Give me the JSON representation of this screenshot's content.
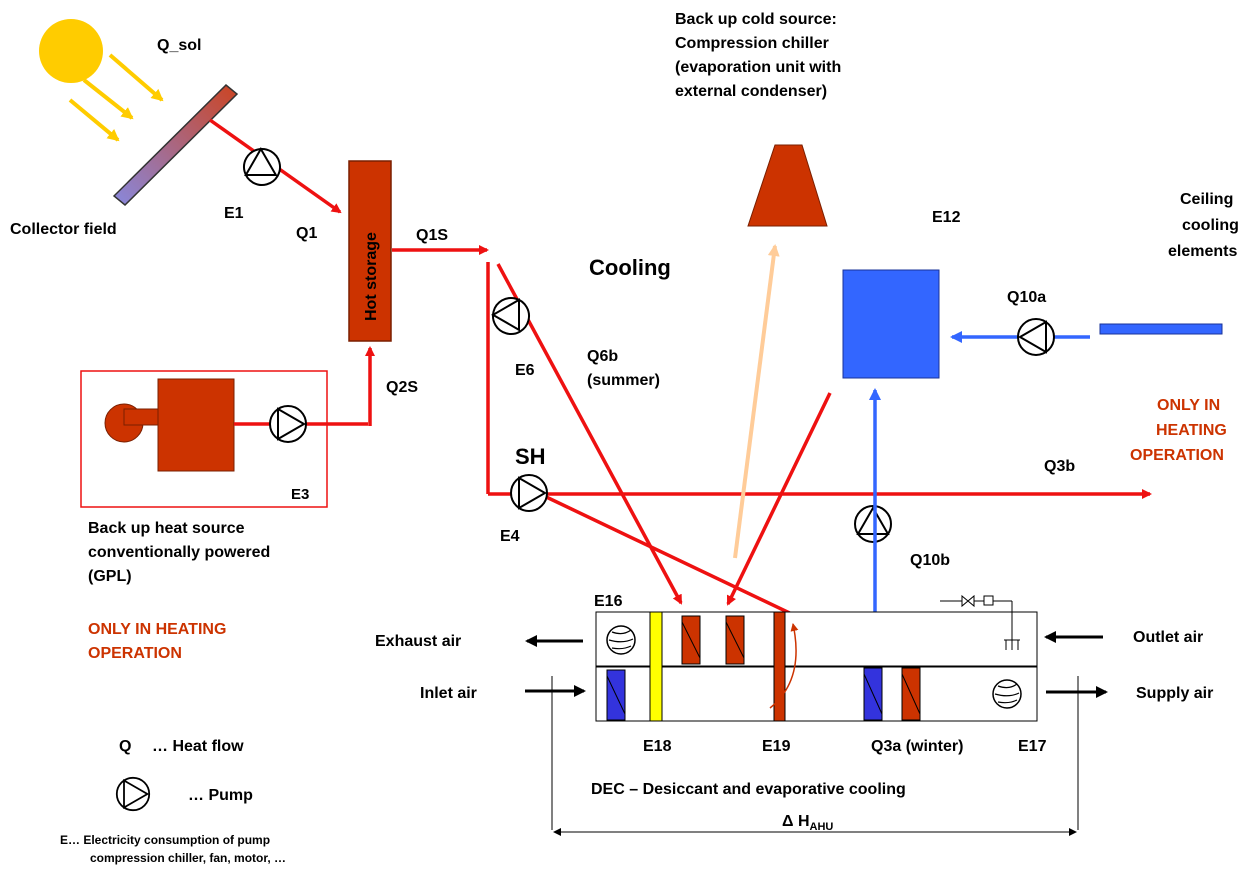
{
  "colors": {
    "red_flow": "#ee1111",
    "blue_flow": "#3366ff",
    "component_fill": "#cc3300",
    "component_stroke": "#7a1f00",
    "sun": "#ffcc00",
    "sun_rays": "#ffcc00",
    "chiller_flow": "#ffcc99",
    "ceiling_blue": "#3366ff",
    "yellow_element": "#ffff00",
    "highlight_text": "#cc3300"
  },
  "icons": {
    "sun": "sun-icon",
    "pump": "pump-icon",
    "fan": "fan-icon",
    "valve": "valve-icon"
  },
  "labels": {
    "q_sol": "Q_sol",
    "collector_field": "Collector field",
    "e1": "E1",
    "q1": "Q1",
    "hot_storage": "Hot storage",
    "q1s": "Q1S",
    "q2s": "Q2S",
    "e3": "E3",
    "backup_heat": [
      "Back up heat source",
      "conventionally powered",
      "(GPL)"
    ],
    "only_heating_left": [
      "ONLY IN HEATING",
      "OPERATION"
    ],
    "cooling": "Cooling",
    "e6": "E6",
    "q6b": [
      "Q6b",
      "(summer)"
    ],
    "sh": "SH",
    "e4": "E4",
    "backup_cold": [
      "Back up cold source:",
      "Compression chiller",
      "(evaporation unit with",
      "external condenser)"
    ],
    "e12": "E12",
    "ceiling": [
      "Ceiling",
      "cooling",
      "elements"
    ],
    "q10a": "Q10a",
    "only_heating_right": [
      "ONLY IN",
      "HEATING",
      "OPERATION"
    ],
    "q3b": "Q3b",
    "q10b": "Q10b",
    "e16": "E16",
    "exhaust_air": "Exhaust air",
    "inlet_air": "Inlet air",
    "outlet_air": "Outlet air",
    "supply_air": "Supply air",
    "e18": "E18",
    "e19": "E19",
    "q3a": "Q3a (winter)",
    "e17": "E17",
    "dec": "DEC – Desiccant and evaporative cooling",
    "delta_h": "Δ H",
    "delta_h_sub": "AHU"
  },
  "legend": {
    "q_symbol": "Q",
    "q_text": "… Heat flow",
    "pump_text": "… Pump",
    "e_text": [
      "E… Electricity consumption of pump",
      "compression chiller, fan, motor, …"
    ]
  }
}
